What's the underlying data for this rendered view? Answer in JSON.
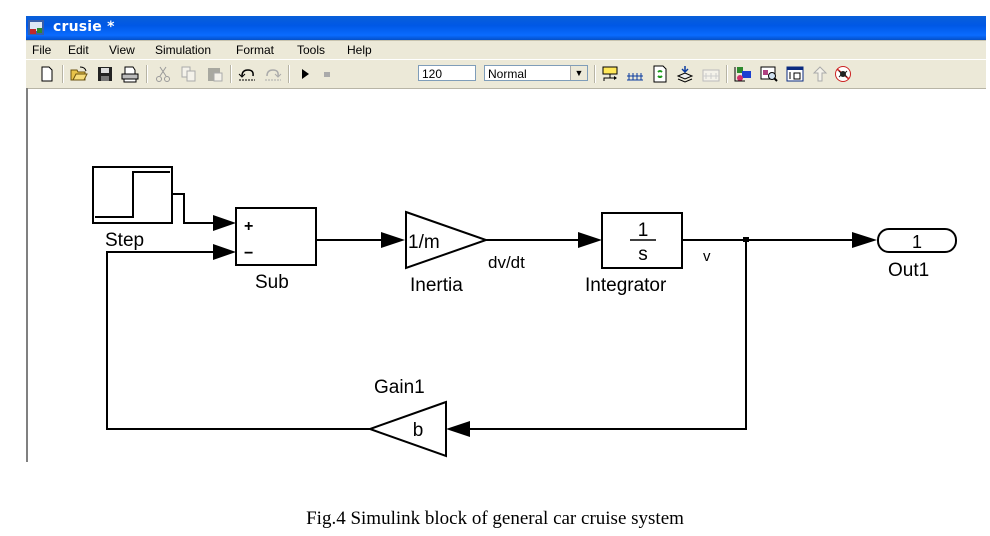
{
  "window": {
    "title": "crusie *",
    "app_icon": "simulink-model-icon"
  },
  "menu": [
    "File",
    "Edit",
    "View",
    "Simulation",
    "Format",
    "Tools",
    "Help"
  ],
  "toolbar": {
    "buttons": [
      {
        "name": "new-model-icon"
      },
      {
        "name": "open-folder-icon"
      },
      {
        "name": "save-disk-icon"
      },
      {
        "name": "print-icon"
      },
      {
        "name": "cut-scissors-icon",
        "disabled": true
      },
      {
        "name": "copy-icon",
        "disabled": true
      },
      {
        "name": "paste-icon",
        "disabled": true
      },
      {
        "name": "undo-icon"
      },
      {
        "name": "redo-icon",
        "disabled": true
      },
      {
        "name": "play-icon"
      },
      {
        "name": "stop-icon",
        "disabled": true
      },
      {
        "name": "build-subsystem-icon"
      },
      {
        "name": "incremental-build-icon"
      },
      {
        "name": "refresh-icon"
      },
      {
        "name": "update-diagram-icon"
      },
      {
        "name": "build-all-icon",
        "disabled": true
      },
      {
        "name": "library-browser-icon"
      },
      {
        "name": "model-explorer-icon"
      },
      {
        "name": "debugger-icon"
      },
      {
        "name": "go-to-parent-icon",
        "disabled": true
      },
      {
        "name": "model-advisor-icon"
      }
    ],
    "stop_time": "120",
    "sim_mode": "Normal"
  },
  "diagram": {
    "blocks": {
      "step": {
        "label": "Step"
      },
      "sub": {
        "label": "Sub",
        "port_plus": "+",
        "port_minus": "−"
      },
      "inertia": {
        "label": "Inertia",
        "content": "1/m"
      },
      "integrator": {
        "label": "Integrator",
        "numerator": "1",
        "denominator": "s"
      },
      "out1": {
        "label": "Out1",
        "content": "1"
      },
      "gain1": {
        "label": "Gain1",
        "content": "b"
      }
    },
    "signals": {
      "dvdt": "dv/dt",
      "v": "v"
    }
  },
  "caption": "Fig.4 Simulink block of general car cruise system"
}
